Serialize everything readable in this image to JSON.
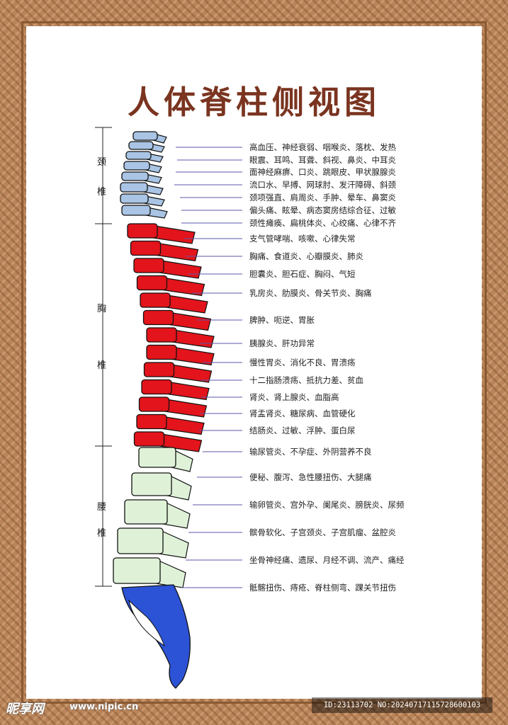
{
  "title": "人体脊柱侧视图",
  "regions": [
    {
      "chars": [
        "颈",
        "椎"
      ],
      "color": "#a9c4e4"
    },
    {
      "chars": [
        "胸",
        "椎"
      ],
      "color": "#e3141b"
    },
    {
      "chars": [
        "腰",
        "椎"
      ],
      "color": "#dff2d8"
    }
  ],
  "sacrum_color": "#2c53d6",
  "annotations": [
    "高血压、神经衰弱、咽喉炎、落枕、发热",
    "眼震、耳鸣、耳聋、斜视、鼻炎、中耳炎",
    "面神经麻痹、口炎、跳眼皮、甲状腺腺炎",
    "流口水、早搏、网球肘、发汗障碍、斜颈",
    "颈项强直、肩周炎、手肿、晕车、鼻窦炎",
    "偏头痛、眩晕、病态窦房结综合征、过敏",
    "颈性瘫痪、扁桃体炎、心绞痛、心律不齐",
    "支气管哮喘、咳嗽、心律失常",
    "胸痛、食道炎、心瓣膜炎、肺炎",
    "胆囊炎、胆石症、胸闷、气短",
    "乳房炎、肋膜炎、骨关节炎、胸痛",
    "脾肿、呃逆、胃胀",
    "胰腺炎、肝功异常",
    "慢性胃炎、消化不良、胃溃疡",
    "十二指肠溃疡、抵抗力差、贫血",
    "肾炎、肾上腺炎、血脂高",
    "肾盂肾炎、糖尿病、血管硬化",
    "结肠炎、过敏、浮肿、蛋白尿",
    "输尿管炎、不孕症、外阴营养不良",
    "便秘、腹泻、急性腰扭伤、大腿痛",
    "输卵管炎、宫外孕、阑尾炎、膀胱炎、尿频",
    "髌骨软化、子宫颈炎、子宫肌瘤、盆腔炎",
    "坐骨神经痛、遗尿、月经不调、流产、痛经",
    "骶髂扭伤、痔疮、脊柱侧弯、踝关节扭伤"
  ],
  "watermark": {
    "site": "昵享网",
    "url": "www.nipic.cn",
    "id": "ID:23113702 NO:20240717115728600103"
  }
}
